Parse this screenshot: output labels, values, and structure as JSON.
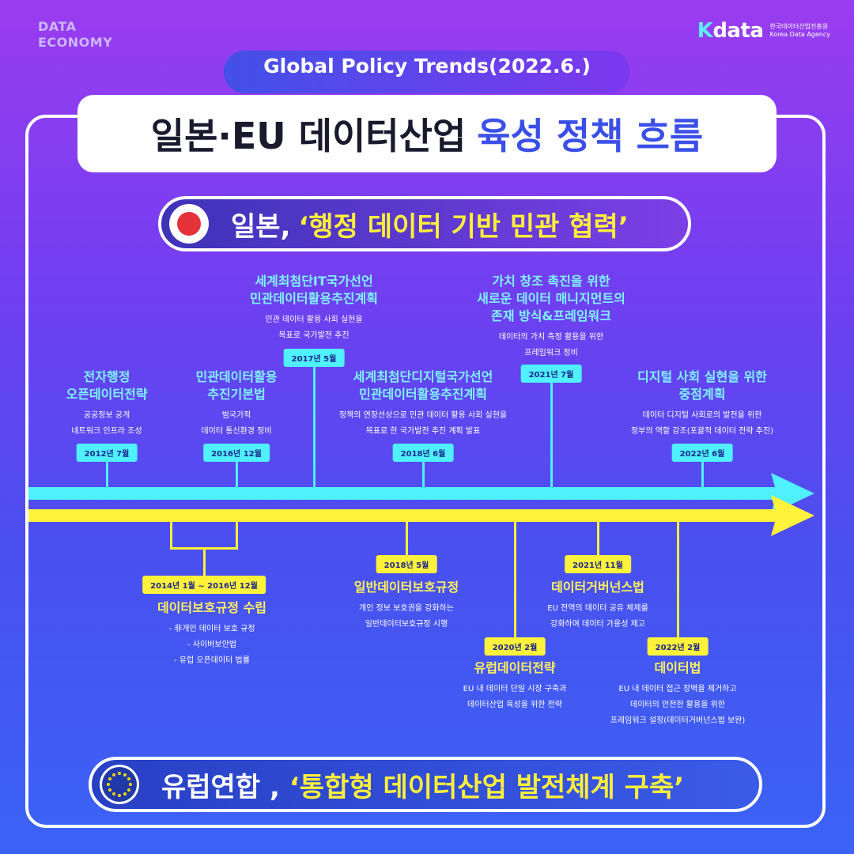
{
  "brand": {
    "corner_line1": "DATA",
    "corner_line2": "ECONOMY",
    "logo_k": "K",
    "logo_word": "data",
    "logo_sub1": "한국데이터산업진흥원",
    "logo_sub2": "Korea Data Agency"
  },
  "header": {
    "subtitle": "Global Policy Trends(2022.6.)",
    "title_main": "일본·EU 데이터산업",
    "title_accent": "육성 정책 흐름"
  },
  "japan": {
    "label_prefix": "일본,",
    "label_highlight": "‘행정 데이터 기반 민관 협력’",
    "events": [
      {
        "date": "2012년 7월",
        "title1": "전자행정",
        "title2": "오픈데이터전략",
        "desc1": "공공정보 공개",
        "desc2": "네트워크 인프라 조성"
      },
      {
        "date": "2016년 12월",
        "title1": "민관데이터활용",
        "title2": "추진기본법",
        "desc1": "범국가적",
        "desc2": "데이터 통신환경 정비"
      },
      {
        "date": "2017년 5월",
        "title1": "세계최첨단IT국가선언",
        "title2": "민관데이터활용추진계획",
        "desc1": "민관 데이터 활용 사회 실현을",
        "desc2": "목표로 국가발전 추진"
      },
      {
        "date": "2018년 6월",
        "title1": "세계최첨단디지털국가선언",
        "title2": "민관데이터활용추진계획",
        "desc1": "정책의 연장선상으로 민관 데이터 활용 사회 실현을",
        "desc2": "목표로 한 국가발전 추진 계획 발표"
      },
      {
        "date": "2021년 7월",
        "title1": "가치 창조 촉진을 위한",
        "title2": "새로운 데이터 매니지먼트의",
        "title3": "존재 방식&프레임워크",
        "desc1": "데이터의 가치 측정 활용을 위한",
        "desc2": "프레임워크 정비"
      },
      {
        "date": "2022년 6월",
        "title1": "디지털 사회 실현을 위한",
        "title2": "중점계획",
        "desc1": "데이터 디지털 사회로의 발전을 위한",
        "desc2": "정부의 역할 강조(포괄적 데이터 전략 추진)"
      }
    ]
  },
  "eu": {
    "label_prefix": "유럽연합 ,",
    "label_highlight": "‘통합형 데이터산업 발전체계 구축’",
    "events": [
      {
        "date": "2014년 1월 ~ 2016년 12월",
        "title1": "데이터보호규정 수립",
        "desc1": "- 非개인 데이터 보호 규정",
        "desc2": "- 사이버보안법",
        "desc3": "- 유럽 오픈데이터 법률"
      },
      {
        "date": "2018년 5월",
        "title1": "일반데이터보호규정",
        "desc1": "개인 정보 보호권을 강화하는",
        "desc2": "일반데이터보호규정 시행"
      },
      {
        "date": "2020년 2월",
        "title1": "유럽데이터전략",
        "desc1": "EU 내 데이터 단일 시장 구축과",
        "desc2": "데이터산업 육성을 위한 전략"
      },
      {
        "date": "2021년 11월",
        "title1": "데이터거버넌스법",
        "desc1": "EU 전역의 데이터 공유 체제를",
        "desc2": "강화하여 데이터 가용성 제고"
      },
      {
        "date": "2022년 2월",
        "title1": "데이터법",
        "desc1": "EU 내 데이터 접근 장벽을 제거하고",
        "desc2": "데이터의 안전한 활용을 위한",
        "desc3": "프레임워크 설정(데이터거버넌스법 보완)"
      }
    ]
  },
  "colors": {
    "japan_accent": "#4ff0ff",
    "eu_accent": "#fff23a",
    "title_accent": "#3b4fe8"
  }
}
